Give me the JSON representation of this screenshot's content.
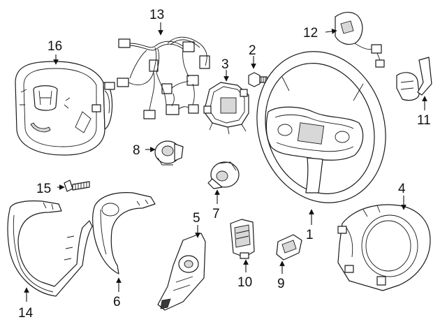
{
  "callouts": [
    {
      "id": "1",
      "label": "1"
    },
    {
      "id": "2",
      "label": "2"
    },
    {
      "id": "3",
      "label": "3"
    },
    {
      "id": "4",
      "label": "4"
    },
    {
      "id": "5",
      "label": "5"
    },
    {
      "id": "6",
      "label": "6"
    },
    {
      "id": "7",
      "label": "7"
    },
    {
      "id": "8",
      "label": "8"
    },
    {
      "id": "9",
      "label": "9"
    },
    {
      "id": "10",
      "label": "10"
    },
    {
      "id": "11",
      "label": "11"
    },
    {
      "id": "12",
      "label": "12"
    },
    {
      "id": "13",
      "label": "13"
    },
    {
      "id": "14",
      "label": "14"
    },
    {
      "id": "15",
      "label": "15"
    },
    {
      "id": "16",
      "label": "16"
    }
  ],
  "colors": {
    "line": "#1a1a1a",
    "fill": "#ffffff",
    "shade": "#d8d8d8"
  }
}
